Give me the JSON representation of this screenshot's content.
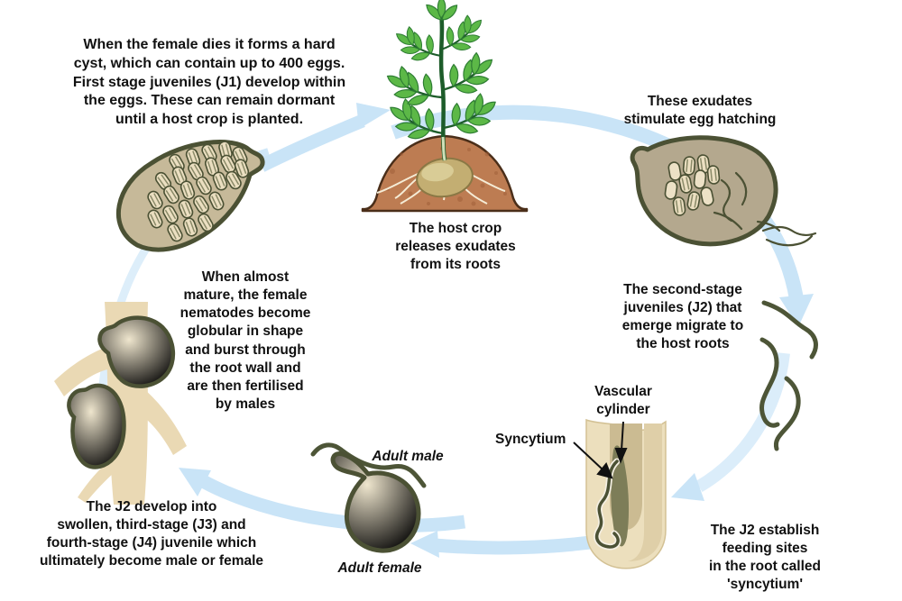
{
  "diagram": {
    "subject": "nematode-life-cycle",
    "texts": {
      "cyst_formation": "When the female dies it forms a hard\ncyst, which can contain up to 400 eggs.\nFirst stage juveniles (J1) develop within\nthe eggs. These can remain dormant\nuntil a host crop is planted.",
      "egg_hatching": "These exudates\nstimulate egg hatching",
      "host_crop": "The host crop\nreleases exudates\nfrom its roots",
      "j2_migration": "The second-stage\njuveniles (J2) that\nemerge migrate to\nthe host roots",
      "female_maturation": "When almost\nmature, the female\nnematodes become\nglobular in shape\nand burst through\nthe root wall and\nare then fertilised\nby males",
      "feeding_sites": "The J2 establish feeding sites\nin the root called 'syncytium'",
      "j2_development": "The J2 develop into\nswollen, third-stage (J3) and\nfourth-stage (J4) juvenile which\nultimately become male or female",
      "vascular_cylinder_label": "Vascular\ncylinder",
      "syncytium_label": "Syncytium",
      "adult_male_label": "Adult male",
      "adult_female_label": "Adult female"
    },
    "colors": {
      "arrow_blue": "#c9e4f7",
      "arrow_blue_faint": "#ddeefa",
      "outline_olive": "#4b5134",
      "cyst_fill": "#c6b999",
      "hatched_cyst_fill": "#b4a88e",
      "egg_fill": "#ebdfc1",
      "root_beige": "#ead9b4",
      "root_inner_tan": "#cbbb92",
      "syncytium_fill": "#7d7d58",
      "soil_brown": "#bd7c52",
      "soil_outline": "#4a2e19",
      "leaf_green": "#5cb847",
      "stem_green": "#1d5c2a",
      "potato_tan": "#c3ae72",
      "text_black": "#111111"
    }
  }
}
